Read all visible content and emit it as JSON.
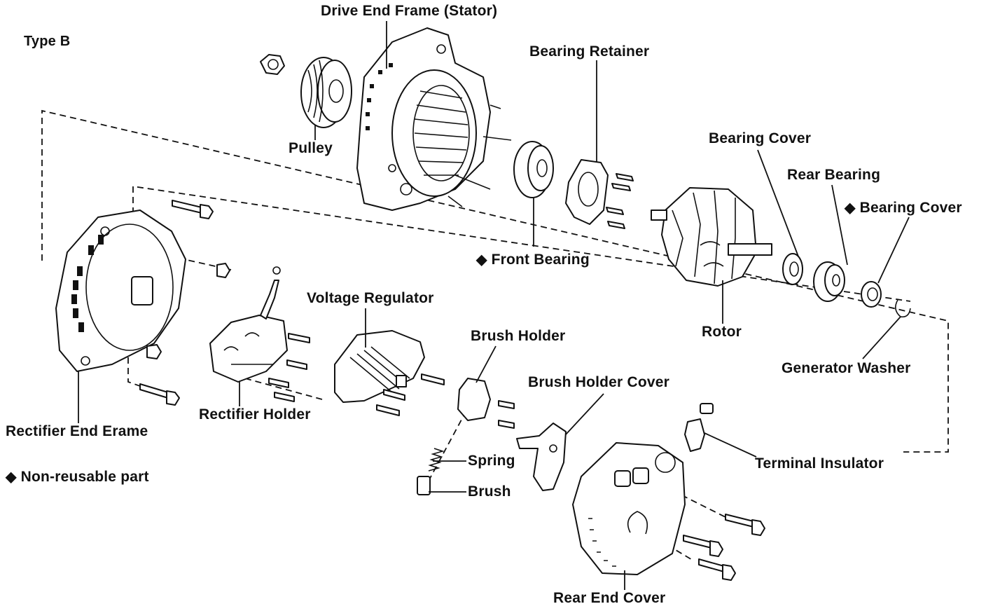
{
  "title": "Type B",
  "legend": {
    "symbol": "◆",
    "text": "Non-reusable part"
  },
  "labels": {
    "drive_end_frame": "Drive End Frame (Stator)",
    "pulley": "Pulley",
    "bearing_retainer": "Bearing Retainer",
    "front_bearing": "Front Bearing",
    "bearing_cover_1": "Bearing Cover",
    "rear_bearing": "Rear Bearing",
    "bearing_cover_2": "Bearing Cover",
    "rotor": "Rotor",
    "generator_washer": "Generator Washer",
    "voltage_regulator": "Voltage Regulator",
    "brush_holder": "Brush Holder",
    "brush_holder_cover": "Brush Holder Cover",
    "rectifier_holder": "Rectifier Holder",
    "rectifier_end_frame": "Rectifier End Erame",
    "terminal_insulator": "Terminal Insulator",
    "spring": "Spring",
    "brush": "Brush",
    "rear_end_cover": "Rear End Cover"
  },
  "non_reusable_marker": "◆"
}
